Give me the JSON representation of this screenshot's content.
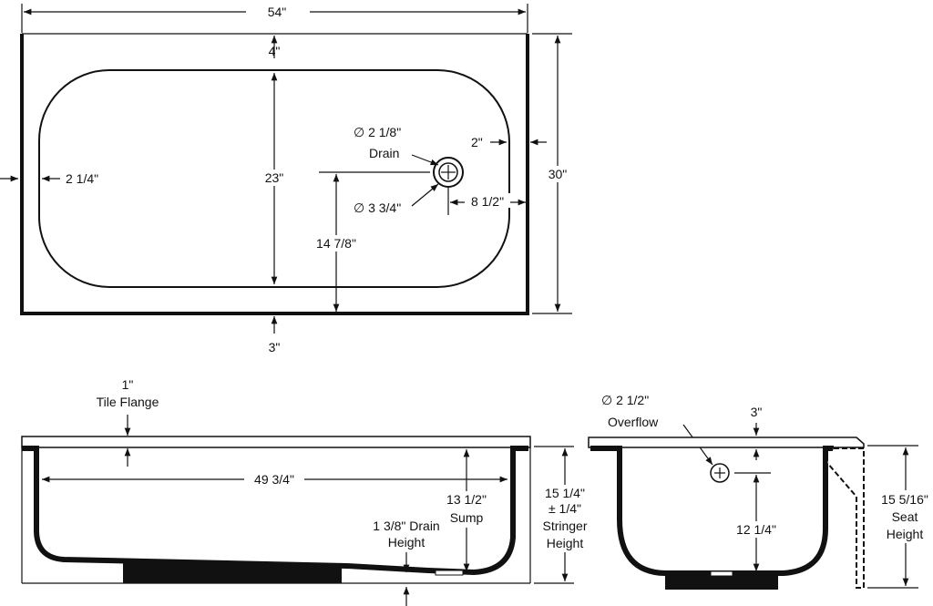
{
  "top_view": {
    "overall_length": "54\"",
    "overall_width": "30\"",
    "deck_back": "4\"",
    "deck_front": "3\"",
    "deck_left": "2 1/4\"",
    "deck_right": "2\"",
    "basin_width": "23\"",
    "drain_from_front": "14 7/8\"",
    "drain_from_end": "8 1/2\"",
    "drain_dia": "∅ 2 1/8\"",
    "drain_label": "Drain",
    "drain_outer_dia": "∅ 3 3/4\""
  },
  "front_view": {
    "flange_size": "1\"",
    "flange_label": "Tile Flange",
    "bottom_length": "49 3/4\"",
    "sump_value": "13 1/2\"",
    "sump_label": "Sump",
    "drain_height_line1": "1 3/8\" Drain",
    "drain_height_line2": "Height",
    "stringer_value": "15 1/4\"",
    "stringer_tol": "± 1/4\"",
    "stringer_line1": "Stringer",
    "stringer_line2": "Height"
  },
  "side_view": {
    "overflow_dia": "∅ 2 1/2\"",
    "overflow_label": "Overflow",
    "deck_size": "3\"",
    "overflow_height": "12 1/4\"",
    "seat_value": "15 5/16\"",
    "seat_line1": "Seat",
    "seat_line2": "Height"
  }
}
